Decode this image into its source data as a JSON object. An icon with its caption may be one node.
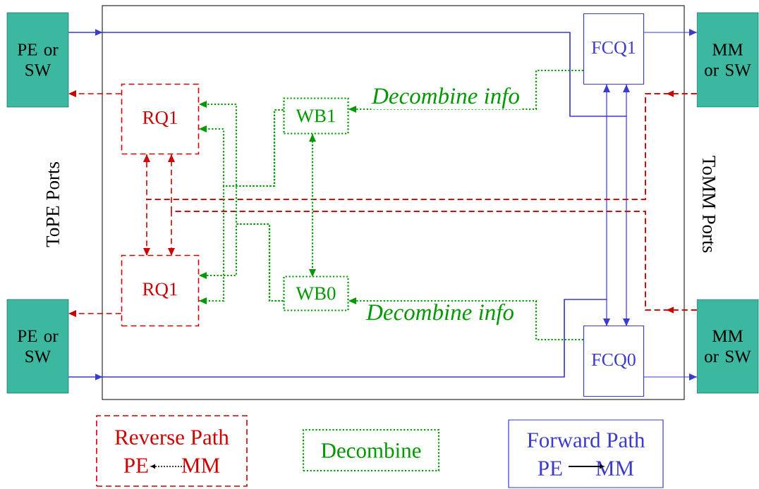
{
  "diagram": {
    "nodes": [
      {
        "text": [],
        "shape": "box"
      },
      {
        "text": [
          "PE or SW"
        ]
      },
      {
        "text": [
          "PE or SW"
        ]
      },
      {
        "text": [
          "MM or SW"
        ]
      },
      {
        "text": [
          "MM or SW"
        ]
      },
      {
        "text": [
          "RQ1"
        ],
        "in": 0
      },
      {
        "text": [
          "RQ1"
        ],
        "in": 0
      },
      {
        "text": [
          "WB1"
        ],
        "in": 0
      },
      {
        "text": [
          "WB0"
        ],
        "in": 0
      },
      {
        "text": [
          "FCQ1"
        ],
        "in": 0
      },
      {
        "text": [
          "FCQ0"
        ],
        "in": 0
      },
      {
        "text": [
          "Reverse Path",
          "PE",
          "MM"
        ]
      },
      {
        "text": [
          "Decombine"
        ]
      },
      {
        "text": [
          "Forward Path",
          "PE",
          "MM"
        ]
      }
    ],
    "edges": [
      {
        "from": 1,
        "to": 9,
        "arrow": "to",
        "color": "#3b3bcc"
      },
      {
        "from": 1,
        "to": 10,
        "arrow": "to",
        "color": "#3b3bcc"
      },
      {
        "from": 2,
        "to": 9,
        "arrow": "to",
        "color": "#3b3bcc"
      },
      {
        "from": 2,
        "to": 10,
        "arrow": "to",
        "color": "#3b3bcc"
      },
      {
        "from": 9,
        "to": 3,
        "arrow": "to",
        "color": "#3b3bcc"
      },
      {
        "from": 10,
        "to": 4,
        "arrow": "to",
        "color": "#3b3bcc"
      },
      {
        "from": 5,
        "to": 1,
        "arrow": "to",
        "style": "dashed",
        "color": "#cc0000"
      },
      {
        "from": 6,
        "to": 2,
        "arrow": "to",
        "style": "dashed",
        "color": "#cc0000"
      },
      {
        "from": 3,
        "to": 5,
        "arrow": "to",
        "style": "dashed",
        "color": "#cc0000"
      },
      {
        "from": 3,
        "to": 6,
        "arrow": "to",
        "style": "dashed",
        "color": "#cc0000"
      },
      {
        "from": 4,
        "to": 5,
        "arrow": "to",
        "style": "dashed",
        "color": "#cc0000"
      },
      {
        "from": 4,
        "to": 6,
        "arrow": "to",
        "style": "dashed",
        "color": "#cc0000"
      },
      {
        "from": 9,
        "to": 7,
        "arrow": "to",
        "label": "Decombine info",
        "style": "dashed",
        "color": "#009900"
      },
      {
        "from": 10,
        "to": 8,
        "arrow": "to",
        "label": "Decombine info",
        "style": "dashed",
        "color": "#009900"
      },
      {
        "from": 7,
        "to": 8,
        "arrow": "both",
        "style": "dashed",
        "color": "#009900"
      },
      {
        "from": 7,
        "to": 5,
        "arrow": "to",
        "style": "dashed",
        "color": "#009900"
      },
      {
        "from": 7,
        "to": 6,
        "arrow": "to",
        "style": "dashed",
        "color": "#009900"
      },
      {
        "from": 8,
        "to": 5,
        "arrow": "to",
        "style": "dashed",
        "color": "#009900"
      },
      {
        "from": 8,
        "to": 6,
        "arrow": "to",
        "style": "dashed",
        "color": "#009900"
      }
    ],
    "labels": [
      "ToPE Ports",
      "ToMM Ports"
    ]
  }
}
